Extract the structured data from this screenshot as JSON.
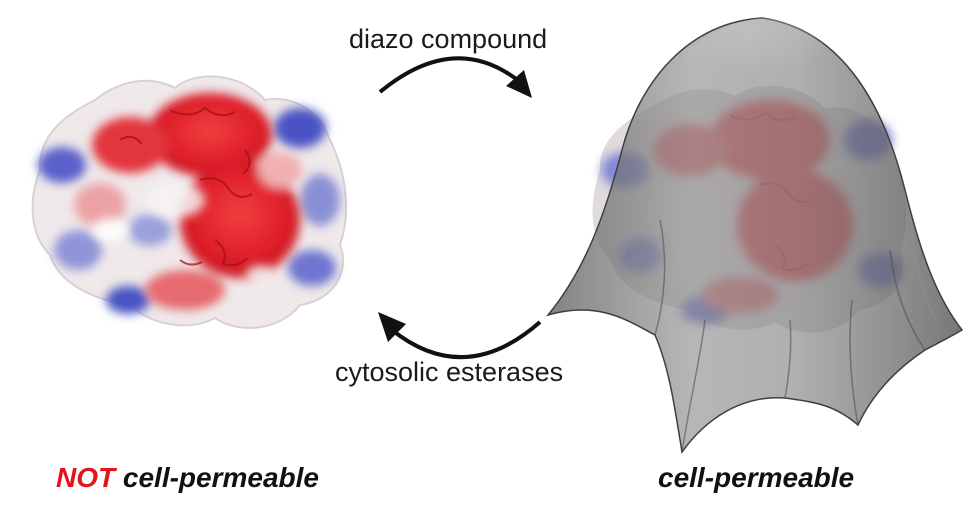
{
  "labels": {
    "forward": "diazo compound",
    "reverse": "cytosolic esterases"
  },
  "captions": {
    "left_emphasis": "NOT",
    "left_rest": " cell-permeable",
    "right": "cell-permeable"
  },
  "colors": {
    "emphasis_red": "#e3141b",
    "protein_red": "#e0202a",
    "protein_blue": "#4a56c8",
    "protein_white": "#eeeaea",
    "cloak_gray": "#6e6e6e",
    "text": "#1a1a1a"
  },
  "icons": {
    "forward_arrow": "curved-arrow-right-icon",
    "reverse_arrow": "curved-arrow-left-icon"
  }
}
